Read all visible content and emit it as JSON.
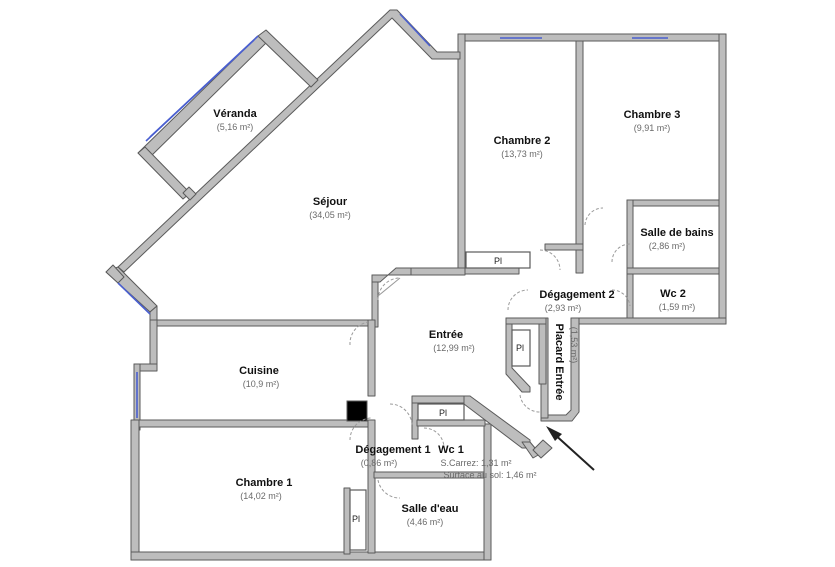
{
  "plan": {
    "rooms": [
      {
        "key": "veranda",
        "name": "Véranda",
        "area": "(5,16 m²)"
      },
      {
        "key": "sejour",
        "name": "Séjour",
        "area": "(34,05 m²)"
      },
      {
        "key": "chambre2",
        "name": "Chambre 2",
        "area": "(13,73 m²)"
      },
      {
        "key": "chambre3",
        "name": "Chambre 3",
        "area": "(9,91 m²)"
      },
      {
        "key": "sdb",
        "name": "Salle de bains",
        "area": "(2,86 m²)"
      },
      {
        "key": "degagement2",
        "name": "Dégagement 2",
        "area": "(2,93 m²)"
      },
      {
        "key": "wc2",
        "name": "Wc 2",
        "area": "(1,59 m²)"
      },
      {
        "key": "entree",
        "name": "Entrée",
        "area": "(12,99 m²)"
      },
      {
        "key": "cuisine",
        "name": "Cuisine",
        "area": "(10,9 m²)"
      },
      {
        "key": "chambre1",
        "name": "Chambre 1",
        "area": "(14,02 m²)"
      },
      {
        "key": "degagement1",
        "name": "Dégagement 1",
        "area": "(0,86 m²)"
      },
      {
        "key": "wc1",
        "name": "Wc 1",
        "area": "S.Carrez: 1,31 m²"
      },
      {
        "key": "salleeau",
        "name": "Salle d'eau",
        "area": "(4,46 m²)"
      }
    ],
    "wc1_extra": "Surface au sol: 1,46 m²",
    "placard_entree": {
      "name": "Placard Entrée",
      "area": "(1,53 m²)"
    },
    "placard_label": "Pl",
    "entrance_arrow_icon": "entrance-arrow-icon",
    "colors": {
      "wall": "#bdbdbd",
      "window": "#4a5fd0",
      "text": "#111111",
      "area_text": "#6a6a6a"
    }
  }
}
